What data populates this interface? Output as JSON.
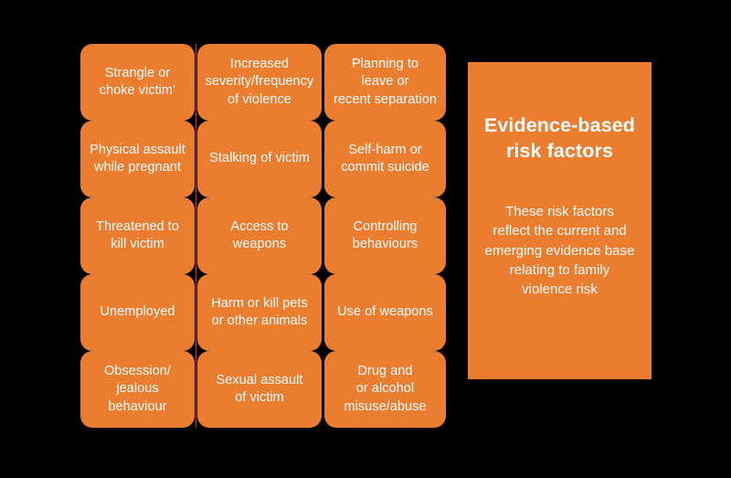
{
  "theme": {
    "background_color": "#000000",
    "tile_color": "#EB7D30",
    "text_color": "#FFFFFF",
    "divider_color": "#E8251C"
  },
  "grid": {
    "columns": 3,
    "rows": 5,
    "tiles": [
      {
        "label": "Strangle or\nchoke victim’"
      },
      {
        "label": "Increased\nseverity/frequency\nof violence"
      },
      {
        "label": "Planning to\nleave or\nrecent separation"
      },
      {
        "label": "Physical assault\nwhile pregnant"
      },
      {
        "label": "Stalking of victim"
      },
      {
        "label": "Self-harm or\ncommit suicide"
      },
      {
        "label": "Threatened to\nkill victim"
      },
      {
        "label": "Access to\nweapons"
      },
      {
        "label": "Controlling\nbehaviours"
      },
      {
        "label": "Unemployed"
      },
      {
        "label": "Harm or kill pets\nor other animals"
      },
      {
        "label": "Use of weapons"
      },
      {
        "label": "Obsession/\njealous behaviour"
      },
      {
        "label": "Sexual assault\nof victim"
      },
      {
        "label": "Drug and\nor alcohol\nmisuse/abuse"
      }
    ]
  },
  "legend": {
    "title": "Evidence-based\nrisk factors",
    "description": "These risk factors\nreflect the current and\nemerging evidence base\nrelating to family\nviolence risk"
  }
}
